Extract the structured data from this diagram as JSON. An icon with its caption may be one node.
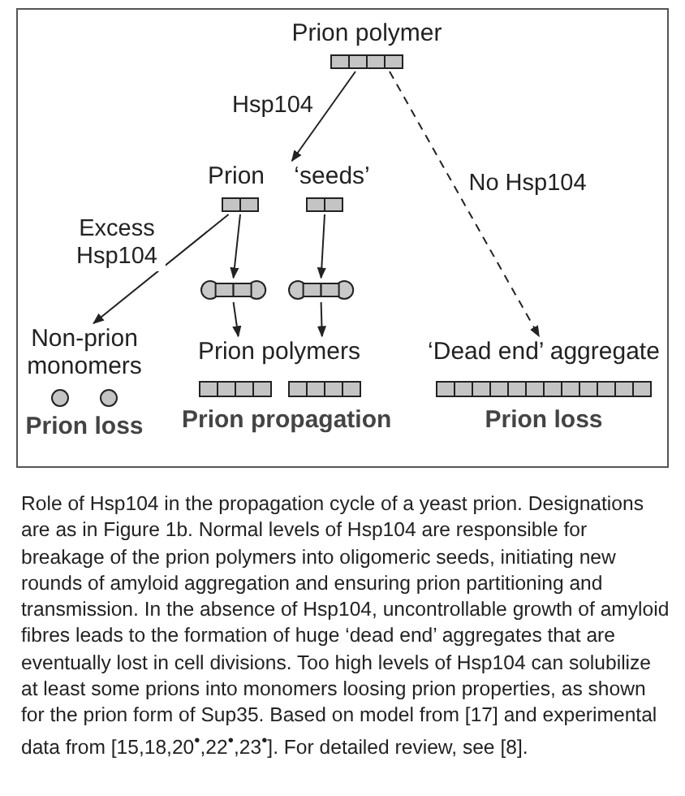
{
  "diagram": {
    "caption": "Role of Hsp104 in the propagation cycle of a yeast prion. Designations are as in Figure 1b. Normal levels of Hsp104 are responsible for breakage of the prion polymers into oligomeric seeds, initiating new rounds of amyloid aggregation and ensuring prion partitioning and transmission. In the absence of Hsp104, uncontrollable growth of amyloid fibres leads to the formation of huge ‘dead end’ aggregates that are eventually lost in cell divisions. Too high levels of Hsp104 can solubilize at least some prions into monomers loosing prion properties, as shown for the prion form of Sup35. Based on model from [17] and experimental data from [15,18,20$^{•}$,22$^{•}$,23$^{•}$]. For detailed review, see [8].",
    "nodes": [
      {
        "text": [
          "Prion polymer"
        ]
      },
      {
        "text": [
          "Prion ‘seeds’"
        ]
      },
      {
        "text": [],
        "shape": "bar",
        "in": 1
      },
      {
        "text": [],
        "shape": "bar",
        "in": 1
      },
      {
        "text": [],
        "shape": "bar"
      },
      {
        "text": [],
        "shape": "bar"
      },
      {
        "text": [
          "Prion polymers",
          "Prion propagation"
        ]
      },
      {
        "text": [
          "Non-prion monomers",
          "Prion loss"
        ]
      },
      {
        "text": [
          "‘Dead end’ aggregate",
          "Prion loss"
        ]
      }
    ],
    "edges": [
      {
        "from": 0,
        "to": 1,
        "arrow": "to",
        "label": "Hsp104"
      },
      {
        "from": 0,
        "to": 8,
        "arrow": "to",
        "label": "No Hsp104",
        "style": "dashed"
      },
      {
        "from": 2,
        "to": 7,
        "arrow": "to",
        "label": "Excess Hsp104"
      },
      {
        "from": 2,
        "to": 4,
        "arrow": "to"
      },
      {
        "from": 3,
        "to": 5,
        "arrow": "to"
      },
      {
        "from": 4,
        "to": 6,
        "arrow": "to"
      },
      {
        "from": 5,
        "to": 6,
        "arrow": "to"
      }
    ]
  }
}
